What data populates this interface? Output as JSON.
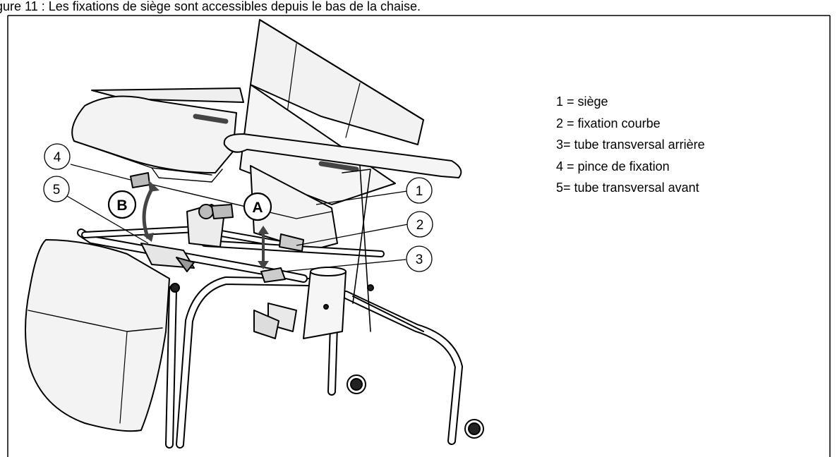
{
  "header": {
    "cropped_caption": "gure 11 : Les fixations de siège sont accessibles depuis le bas de la chaise."
  },
  "legend": {
    "items": [
      "1 = siège",
      "2 = fixation courbe",
      "3= tube transversal arrière",
      "4 = pince de fixation",
      "5= tube transversal avant"
    ]
  },
  "callouts": [
    "1",
    "2",
    "3",
    "4",
    "5"
  ],
  "motion_labels": [
    "A",
    "B"
  ]
}
